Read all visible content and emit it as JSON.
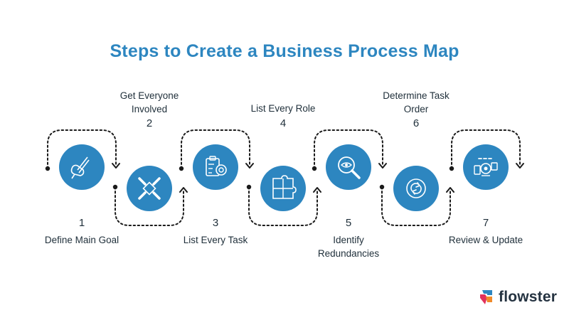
{
  "title": "Steps to Create a Business Process Map",
  "steps": [
    {
      "number": "1",
      "label": "Define Main Goal",
      "icon": "pen-hand-icon"
    },
    {
      "number": "2",
      "label": "Get Everyone Involved",
      "icon": "team-hands-icon"
    },
    {
      "number": "3",
      "label": "List Every Task",
      "icon": "clipboard-target-icon"
    },
    {
      "number": "4",
      "label": "List Every Role",
      "icon": "puzzle-icon"
    },
    {
      "number": "5",
      "label": "Identify Redundancies",
      "icon": "magnify-eye-icon"
    },
    {
      "number": "6",
      "label": "Determine Task Order",
      "icon": "cycle-arrows-icon"
    },
    {
      "number": "7",
      "label": "Review & Update",
      "icon": "dashboard-gear-icon"
    }
  ],
  "brand": {
    "name": "flowster"
  },
  "colors": {
    "circle": "#2d86c0",
    "title": "#2d86c0",
    "line": "#1a1a1a",
    "text": "#1f2f3a"
  }
}
